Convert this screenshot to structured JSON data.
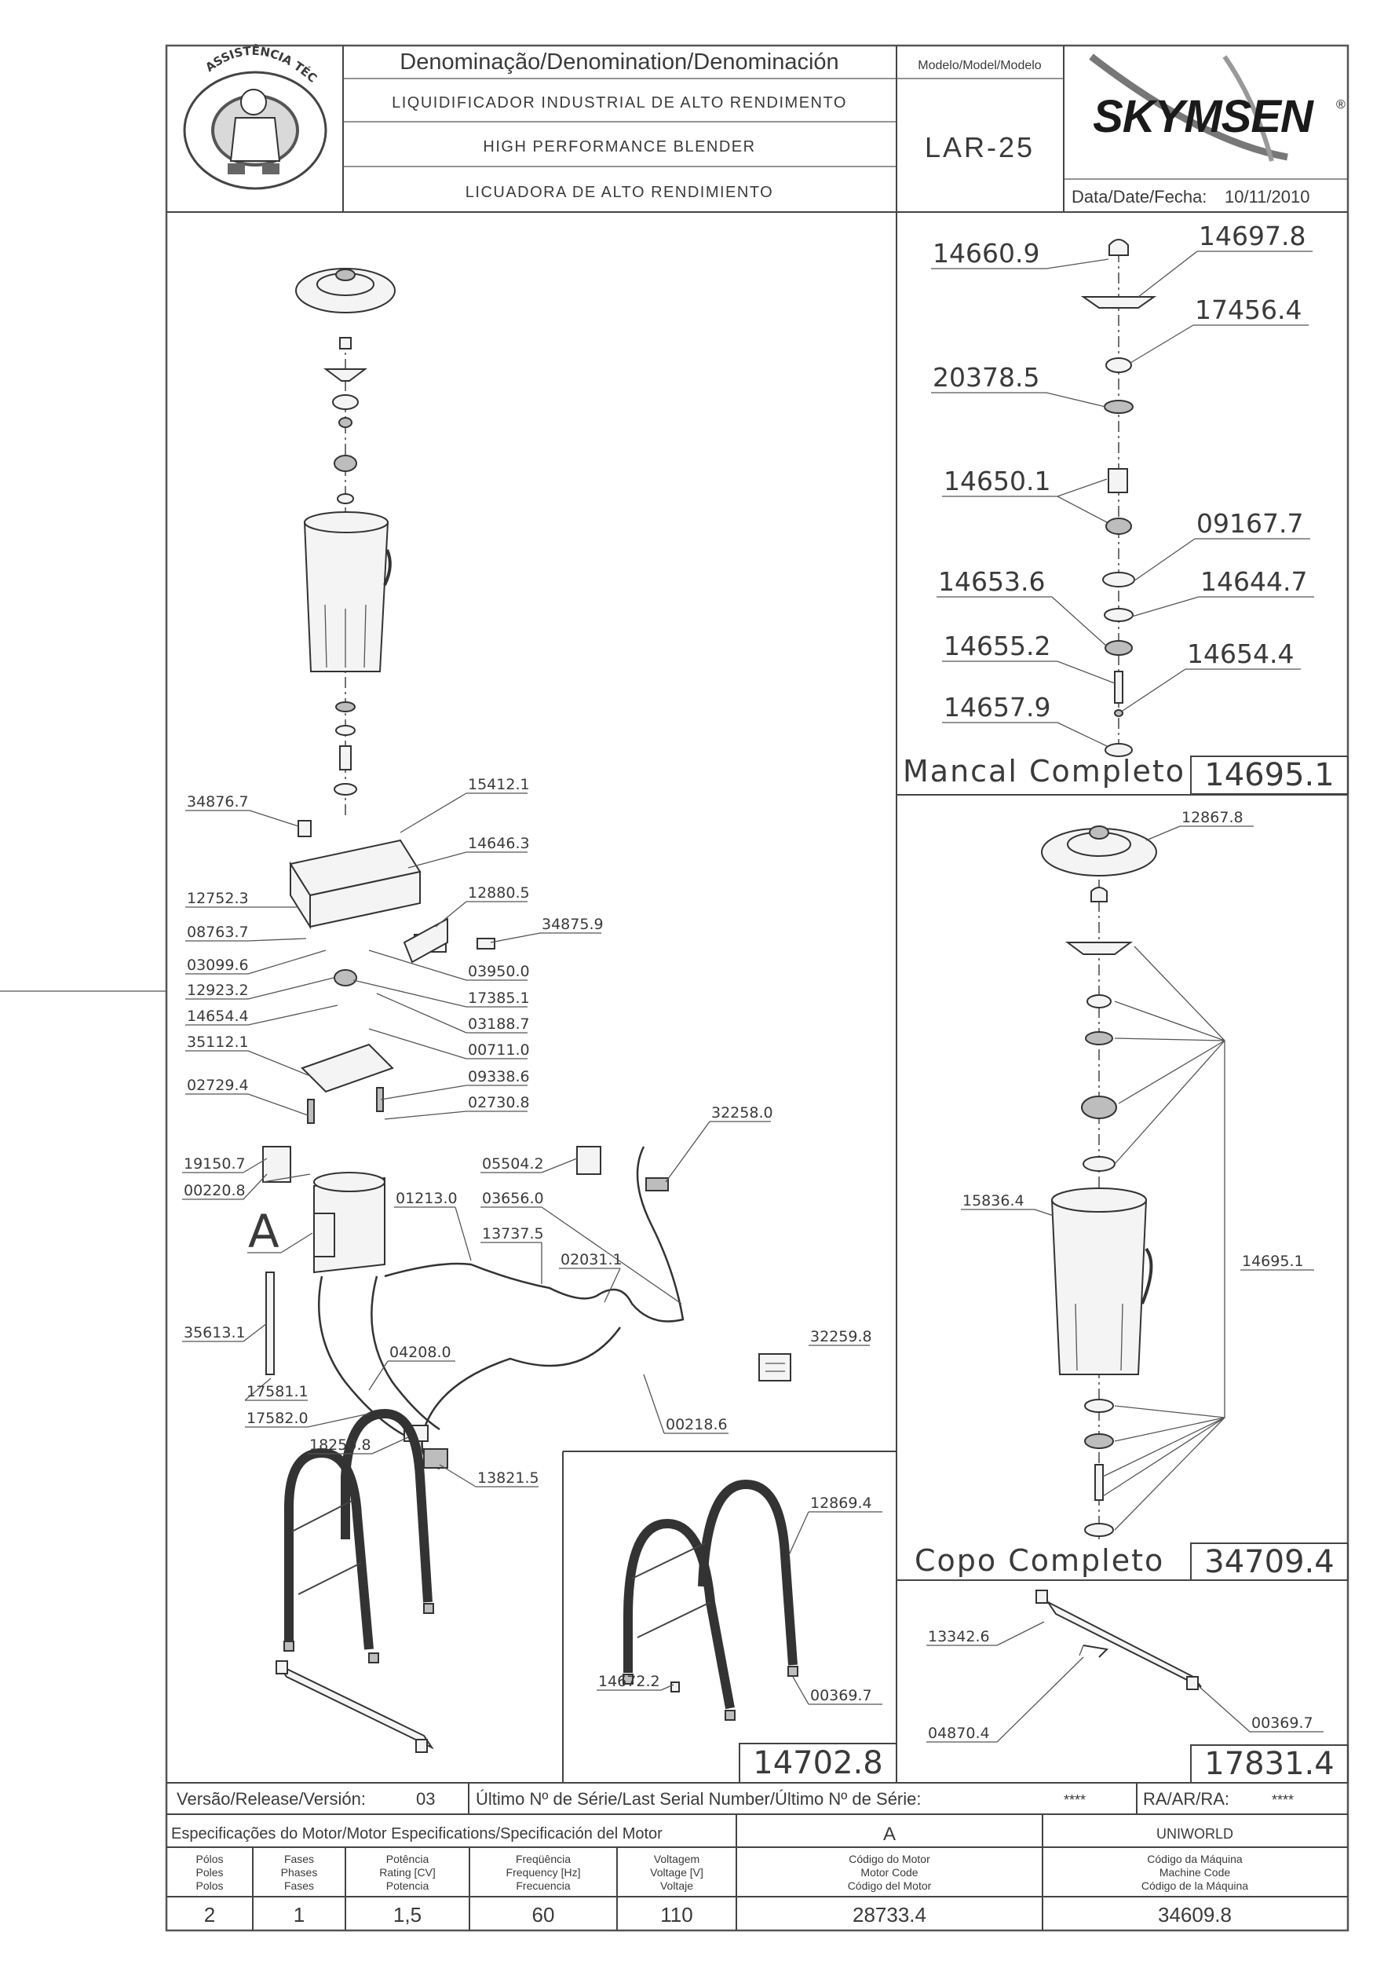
{
  "header": {
    "denomination_label": "Denominação/Denomination/Denominación",
    "names": [
      "LIQUIDIFICADOR INDUSTRIAL DE ALTO RENDIMENTO",
      "HIGH PERFORMANCE BLENDER",
      "LICUADORA DE ALTO RENDIMIENTO"
    ],
    "model_label": "Modelo/Model/Modelo",
    "model_value": "LAR-25",
    "brand": "SKYMSEN",
    "brand_mark": "®",
    "date_label": "Data/Date/Fecha:",
    "date_value": "10/11/2010",
    "seal_text": "ASSISTÊNCIA TÉCNICA AUTORIZADA"
  },
  "main_labels": [
    "34876.7",
    "15412.1",
    "14646.3",
    "12752.3",
    "12880.5",
    "34875.9",
    "08763.7",
    "03099.6",
    "03950.0",
    "12923.2",
    "17385.1",
    "14654.4",
    "03188.7",
    "35112.1",
    "00711.0",
    "09338.6",
    "02729.4",
    "02730.8",
    "32258.0",
    "05504.2",
    "19150.7",
    "00220.8",
    "01213.0",
    "03656.0",
    "13737.5",
    "02031.1",
    "35613.1",
    "04208.0",
    "32259.8",
    "17581.1",
    "17582.0",
    "00218.6",
    "18250.8",
    "13821.5"
  ],
  "motor_letter": "A",
  "mancal": {
    "labels": [
      "14660.9",
      "14697.8",
      "17456.4",
      "20378.5",
      "14650.1",
      "09167.7",
      "14653.6",
      "14644.7",
      "14655.2",
      "14654.4",
      "14657.9"
    ],
    "title": "Mancal Completo",
    "code": "14695.1"
  },
  "copo": {
    "labels": [
      "12867.8",
      "15836.4",
      "14695.1"
    ],
    "title": "Copo Completo",
    "code": "34709.4"
  },
  "support": {
    "labels": [
      "12869.4",
      "14672.2",
      "00369.7"
    ],
    "code": "14702.8"
  },
  "rail": {
    "labels": [
      "13342.6",
      "04870.4",
      "00369.7"
    ],
    "code": "17831.4"
  },
  "release": {
    "version_label": "Versão/Release/Versión:",
    "version_value": "03",
    "serial_label": "Último Nº de Série/Last Serial Number/Último Nº de Série:",
    "serial_value": "****",
    "ra_label": "RA/AR/RA:",
    "ra_value": "****"
  },
  "motor_spec": {
    "title": "Especificações do Motor/Motor Especifications/Specificación del Motor",
    "motor_letter": "A",
    "maker": "UNIWORLD",
    "headers": [
      [
        "Pólos",
        "Poles",
        "Polos"
      ],
      [
        "Fases",
        "Phases",
        "Fases"
      ],
      [
        "Potência",
        "Rating [CV]",
        "Potencia"
      ],
      [
        "Freqüência",
        "Frequency [Hz]",
        "Frecuencia"
      ],
      [
        "Voltagem",
        "Voltage [V]",
        "Voltaje"
      ],
      [
        "Código do Motor",
        "Motor Code",
        "Código del Motor"
      ],
      [
        "Código da Máquina",
        "Machine Code",
        "Código de la Máquina"
      ]
    ],
    "values": [
      "2",
      "1",
      "1,5",
      "60",
      "110",
      "28733.4",
      "34609.8"
    ]
  }
}
